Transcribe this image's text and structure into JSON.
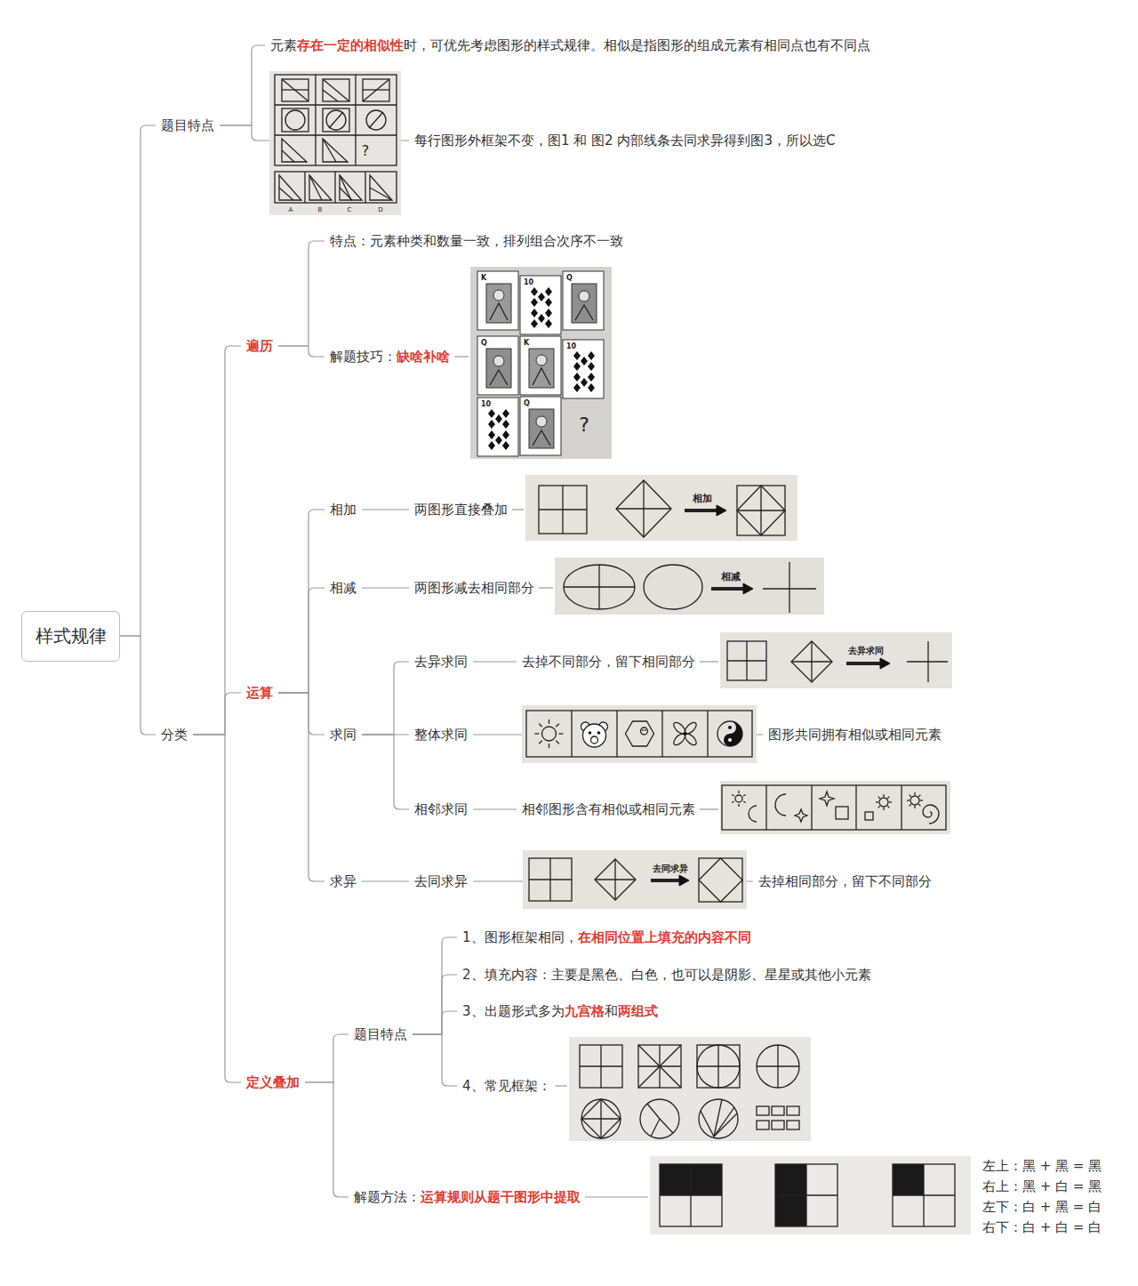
{
  "diagram": {
    "nodes": [
      {
        "text": [
          "样式规律"
        ]
      },
      {
        "text": [
          "题目特点"
        ]
      },
      {
        "text": [
          "元素",
          "存在一定的相似性",
          "时，可优先考虑图形的样式规律。相似是指图形的组成元素有相同点也有不同点"
        ]
      },
      {
        "text": [
          "每行图形外框架不变，图1 和 图2 内部线条去同求异得到图3，所以选C"
        ]
      },
      {
        "text": [
          "分类"
        ]
      },
      {
        "text": [
          "遍历"
        ]
      },
      {
        "text": [
          "特点：元素种类和数量一致，排列组合次序不一致"
        ]
      },
      {
        "text": [
          "解题技巧：",
          "缺啥补啥"
        ]
      },
      {
        "text": [
          "运算"
        ]
      },
      {
        "text": [
          "相加"
        ]
      },
      {
        "text": [
          "两图形直接叠加"
        ]
      },
      {
        "text": [
          "相减"
        ]
      },
      {
        "text": [
          "两图形减去相同部分"
        ]
      },
      {
        "text": [
          "求同"
        ]
      },
      {
        "text": [
          "去异求同"
        ]
      },
      {
        "text": [
          "去掉不同部分，留下相同部分"
        ]
      },
      {
        "text": [
          "整体求同"
        ]
      },
      {
        "text": [
          "图形共同拥有相似或相同元素"
        ]
      },
      {
        "text": [
          "相邻求同"
        ]
      },
      {
        "text": [
          "相邻图形含有相似或相同元素"
        ]
      },
      {
        "text": [
          "求异"
        ]
      },
      {
        "text": [
          "去同求异"
        ]
      },
      {
        "text": [
          "去掉相同部分，留下不同部分"
        ]
      },
      {
        "text": [
          "定义叠加"
        ]
      },
      {
        "text": [
          "题目特点"
        ]
      },
      {
        "text": [
          "1、图形框架相同，",
          "在相同位置上填充的内容不同"
        ]
      },
      {
        "text": [
          "2、填充内容：主要是黑色、白色，也可以是阴影、星星或其他小元素"
        ]
      },
      {
        "text": [
          "3、出题形式多为",
          "九宫格",
          "和",
          "两组式"
        ]
      },
      {
        "text": [
          "4、常见框架："
        ]
      },
      {
        "text": [
          "解题方法：",
          "运算规则从题干图形中提取"
        ]
      }
    ],
    "edges": [
      {
        "from": 0,
        "to": 1,
        "arrow": "none"
      },
      {
        "from": 1,
        "to": 2,
        "arrow": "none"
      },
      {
        "from": 1,
        "to": 3,
        "arrow": "none"
      },
      {
        "from": 0,
        "to": 4,
        "arrow": "none"
      },
      {
        "from": 4,
        "to": 5,
        "arrow": "none"
      },
      {
        "from": 5,
        "to": 6,
        "arrow": "none"
      },
      {
        "from": 5,
        "to": 7,
        "arrow": "none"
      },
      {
        "from": 4,
        "to": 8,
        "arrow": "none"
      },
      {
        "from": 8,
        "to": 9,
        "arrow": "none"
      },
      {
        "from": 9,
        "to": 10,
        "arrow": "none"
      },
      {
        "from": 8,
        "to": 11,
        "arrow": "none"
      },
      {
        "from": 11,
        "to": 12,
        "arrow": "none"
      },
      {
        "from": 8,
        "to": 13,
        "arrow": "none"
      },
      {
        "from": 13,
        "to": 14,
        "arrow": "none"
      },
      {
        "from": 14,
        "to": 15,
        "arrow": "none"
      },
      {
        "from": 13,
        "to": 16,
        "arrow": "none"
      },
      {
        "from": 16,
        "to": 17,
        "arrow": "none"
      },
      {
        "from": 13,
        "to": 18,
        "arrow": "none"
      },
      {
        "from": 18,
        "to": 19,
        "arrow": "none"
      },
      {
        "from": 8,
        "to": 20,
        "arrow": "none"
      },
      {
        "from": 20,
        "to": 21,
        "arrow": "none"
      },
      {
        "from": 21,
        "to": 22,
        "arrow": "none"
      },
      {
        "from": 4,
        "to": 23,
        "arrow": "none"
      },
      {
        "from": 23,
        "to": 24,
        "arrow": "none"
      },
      {
        "from": 24,
        "to": 25,
        "arrow": "none"
      },
      {
        "from": 24,
        "to": 26,
        "arrow": "none"
      },
      {
        "from": 24,
        "to": 27,
        "arrow": "none"
      },
      {
        "from": 24,
        "to": 28,
        "arrow": "none"
      },
      {
        "from": 23,
        "to": 29,
        "arrow": "none"
      }
    ],
    "labels": [
      "?",
      "A",
      "B",
      "C",
      "D",
      "K",
      "10",
      "Q",
      "Q",
      "K",
      "10",
      "10",
      "Q",
      "?",
      "相加",
      "相减",
      "去异求同",
      "去同求异",
      "左上：黑 + 黑 = 黑",
      "右上：黑 + 白 = 黑",
      "左下：白 + 黑 = 白",
      "右下：白 + 白 = 白"
    ]
  }
}
